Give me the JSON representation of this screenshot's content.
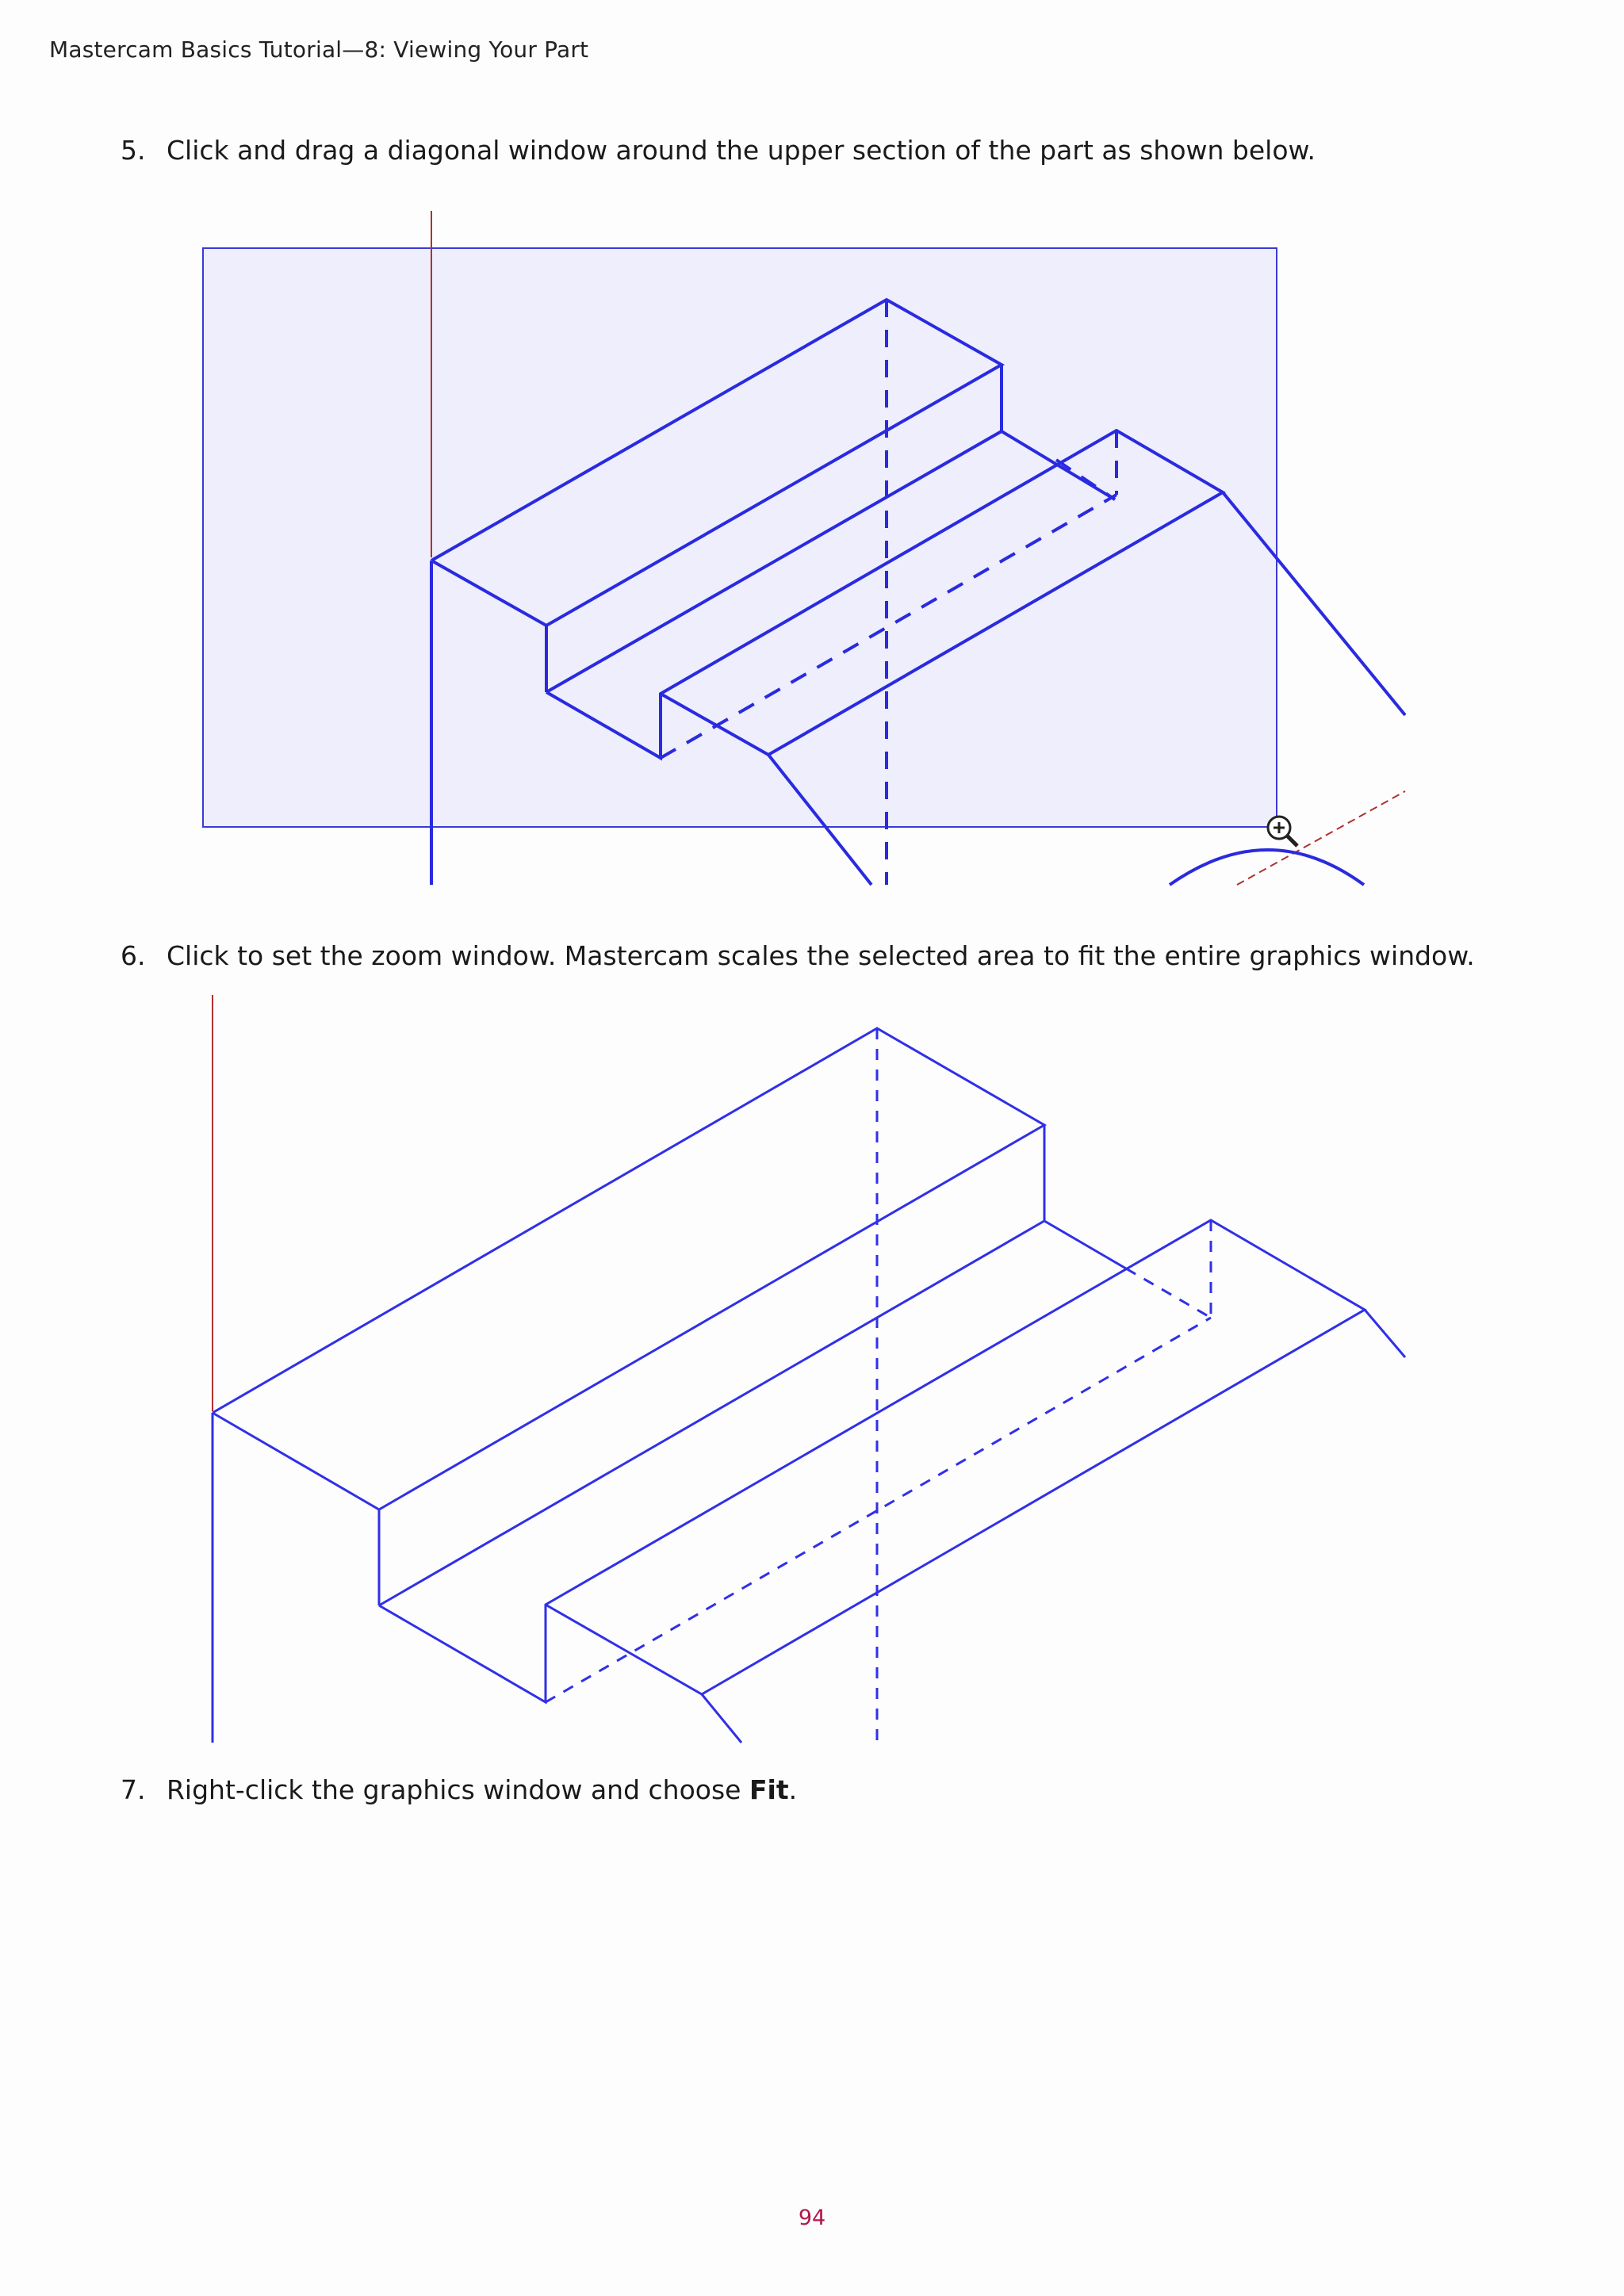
{
  "header": {
    "running_title": "Mastercam Basics Tutorial—8: Viewing Your Part"
  },
  "steps": [
    {
      "number": "5.",
      "text": "Click and drag a diagonal window around the upper section of the part as shown below."
    },
    {
      "number": "6.",
      "text": "Click to set the zoom window. Mastercam scales the selected area to fit the entire graphics window."
    },
    {
      "number": "7.",
      "text_before": "Right-click the graphics window and choose ",
      "bold": "Fit",
      "text_after": "."
    }
  ],
  "figures": [
    {
      "id": "zoom-window-selection",
      "geometry_color": "#2a2ae0",
      "axis_color": "#b03030",
      "window_fill": "#eeeefc",
      "cursor_icon": "zoom-magnifier-icon"
    },
    {
      "id": "zoomed-part",
      "geometry_color": "#3030e8",
      "axis_color": "#b03030"
    }
  ],
  "footer": {
    "page_number": "94"
  }
}
